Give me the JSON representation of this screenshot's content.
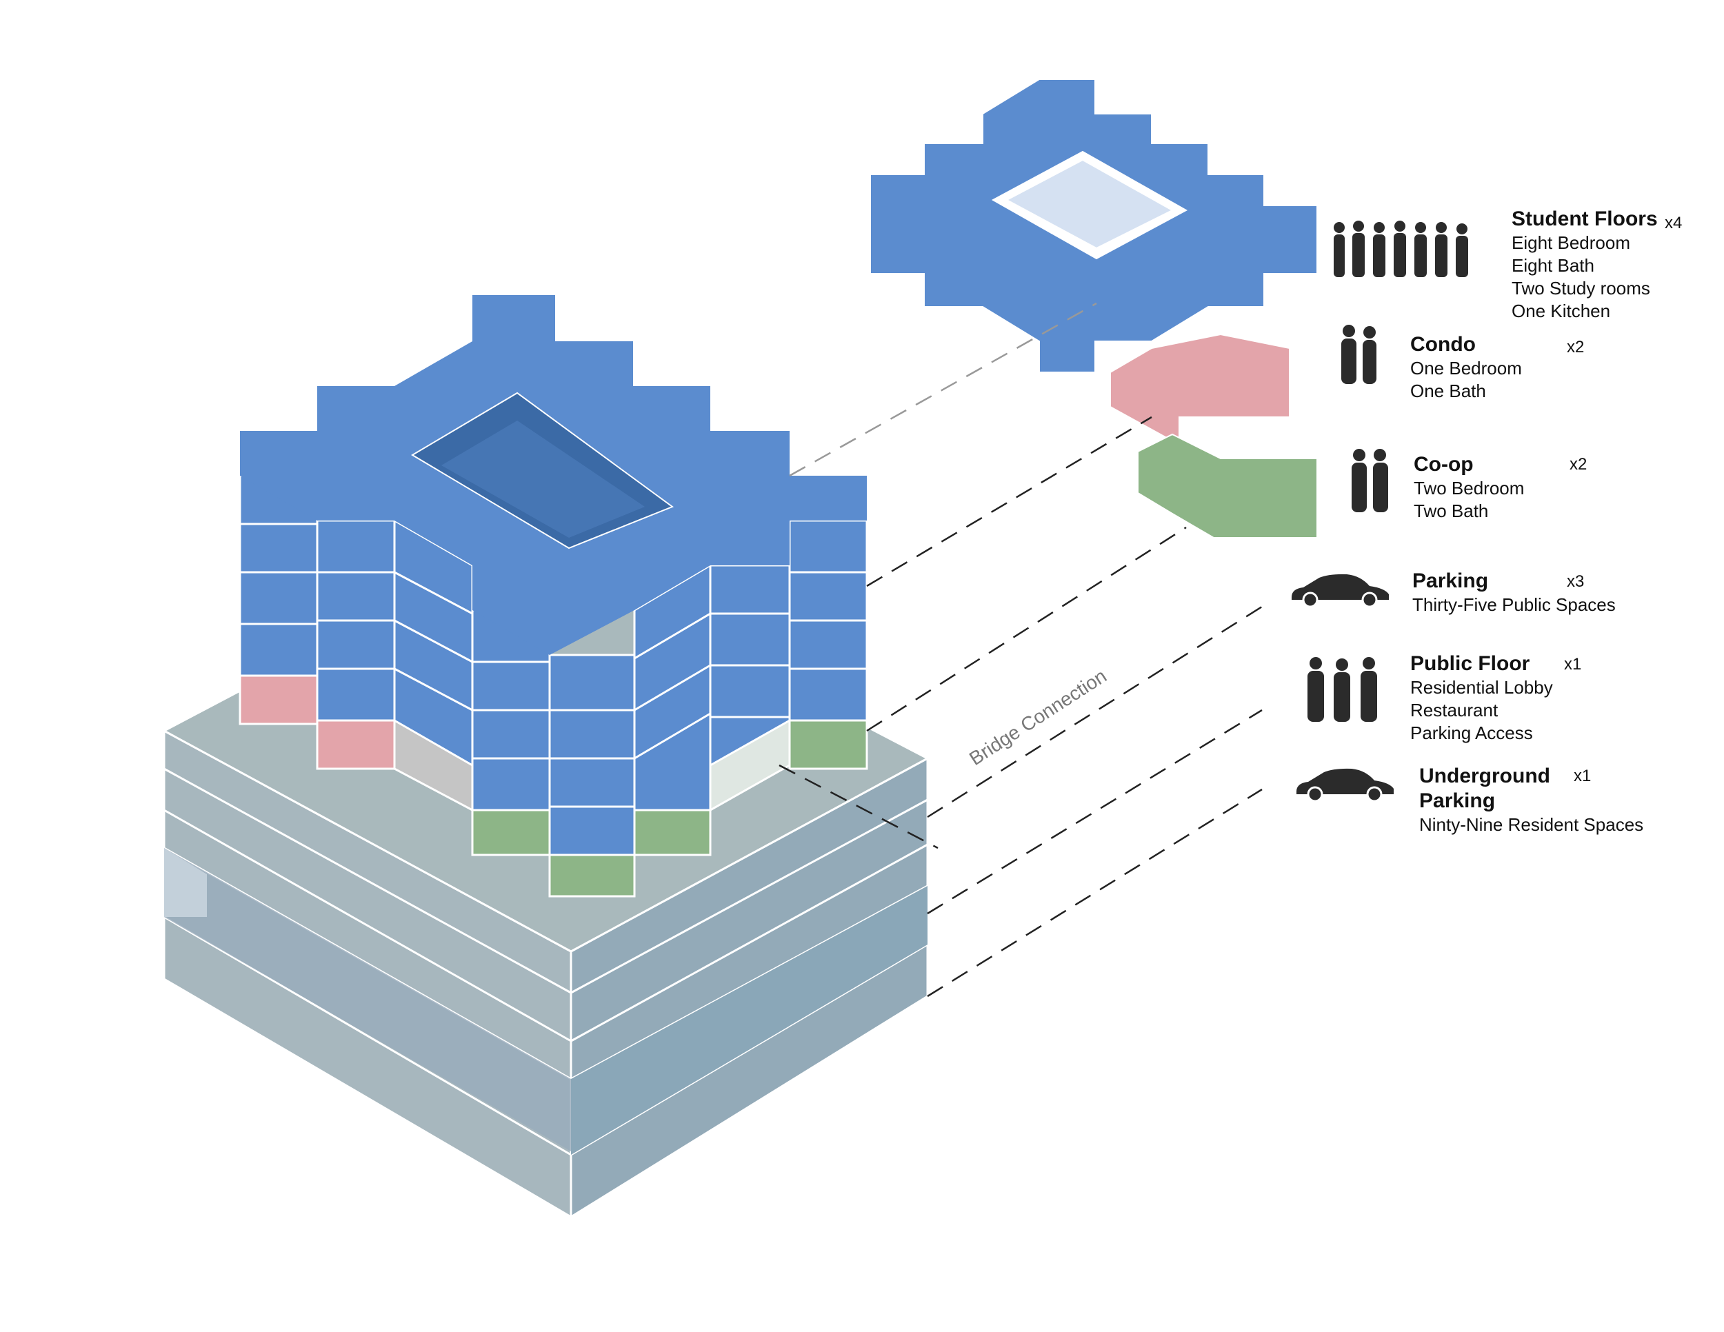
{
  "colors": {
    "student": "#5b8ccf",
    "condo": "#e3a4aa",
    "coop": "#8db587",
    "podium_top": "#a9b9bc",
    "podium_side": "#93aab8",
    "icon": "#2b2b2b"
  },
  "bridge_label": "Bridge Connection",
  "legend": [
    {
      "key": "student",
      "title": "Student Floors",
      "multiplier": "x4",
      "lines": [
        "Eight Bedroom",
        "Eight Bath",
        "Two Study rooms",
        "One Kitchen"
      ],
      "icon": "group-people-icon"
    },
    {
      "key": "condo",
      "title": "Condo",
      "multiplier": "x2",
      "lines": [
        "One Bedroom",
        "One Bath"
      ],
      "icon": "couple-icon"
    },
    {
      "key": "coop",
      "title": "Co-op",
      "multiplier": "x2",
      "lines": [
        "Two Bedroom",
        "Two Bath"
      ],
      "icon": "couple-icon"
    },
    {
      "key": "parking",
      "title": "Parking",
      "multiplier": "x3",
      "lines": [
        "Thirty-Five Public Spaces"
      ],
      "icon": "car-icon"
    },
    {
      "key": "public",
      "title": "Public Floor",
      "multiplier": "x1",
      "lines": [
        "Residential Lobby",
        "Restaurant",
        "Parking Access"
      ],
      "icon": "people-trio-icon"
    },
    {
      "key": "underground",
      "title": "Underground Parking",
      "multiplier": "x1",
      "lines": [
        "Ninty-Nine Resident Spaces"
      ],
      "icon": "car-icon"
    }
  ]
}
